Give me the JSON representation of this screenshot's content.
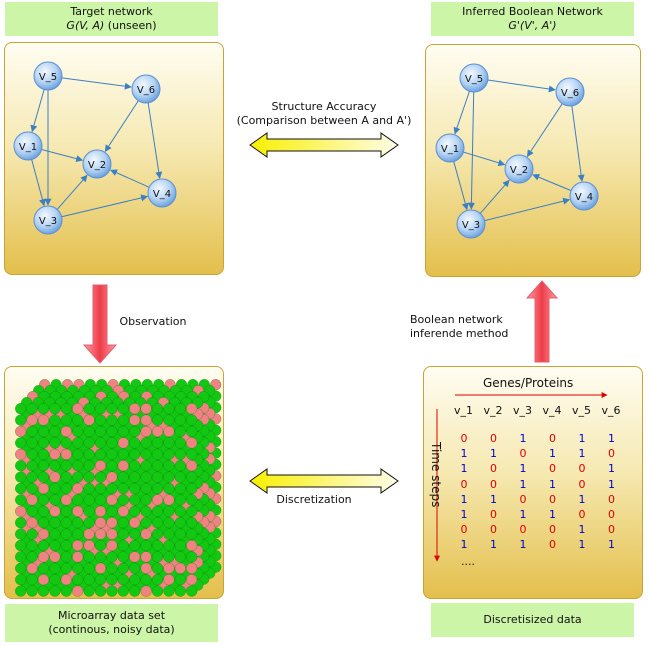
{
  "target_label": {
    "line1": "Target network",
    "line2a": "G(V, A)",
    "line2b": " (unseen)"
  },
  "inferred_label": {
    "line1": "Inferred Boolean Network",
    "line2": "G'(V', A')"
  },
  "microarray_label": {
    "line1": "Microarray data set",
    "line2": "(continous, noisy data)"
  },
  "discretisized_label": "Discretisized data",
  "structure_accuracy": {
    "line1": "Structure Accuracy",
    "line2": "(Comparison between A and A')"
  },
  "observation": "Observation",
  "discretization": "Discretization",
  "inference_method": {
    "line1": "Boolean network",
    "line2": "inferende method"
  },
  "graph": {
    "nodes": [
      "V_1",
      "V_2",
      "V_3",
      "V_4",
      "V_5",
      "V_6"
    ]
  },
  "table": {
    "header": "Genes/Proteins",
    "row_axis": "Time steps",
    "columns": [
      "v_1",
      "v_2",
      "v_3",
      "v_4",
      "v_5",
      "v_6"
    ],
    "rows": [
      [
        0,
        0,
        1,
        0,
        1,
        1
      ],
      [
        1,
        1,
        0,
        1,
        1,
        0
      ],
      [
        1,
        0,
        1,
        0,
        0,
        1
      ],
      [
        0,
        0,
        1,
        1,
        0,
        1
      ],
      [
        1,
        1,
        0,
        0,
        1,
        0
      ],
      [
        1,
        0,
        1,
        1,
        0,
        0
      ],
      [
        0,
        0,
        0,
        0,
        1,
        0
      ],
      [
        1,
        1,
        1,
        0,
        1,
        1
      ]
    ],
    "ellipsis": "....",
    "colors": {
      "zero": "#e00000",
      "one": "#0000cc"
    }
  },
  "grid_colors": {
    "green": "#13c813",
    "pink": "#f08282"
  }
}
